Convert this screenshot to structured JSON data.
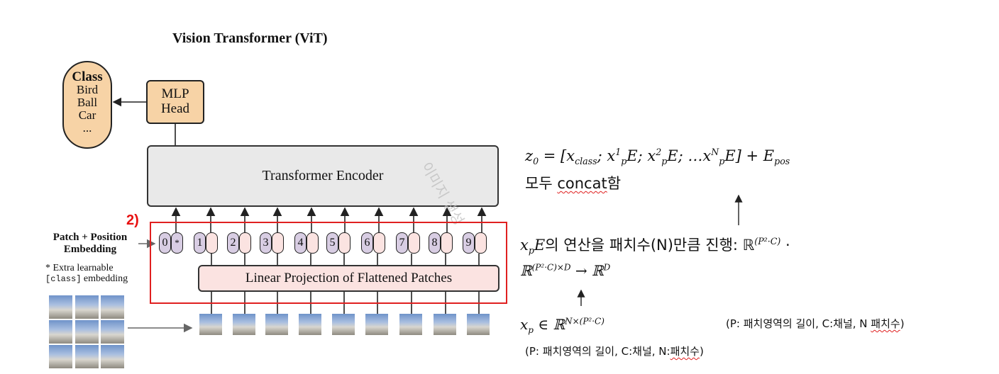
{
  "diagram": {
    "title": "Vision Transformer (ViT)",
    "class_box": {
      "heading": "Class",
      "items": [
        "Bird",
        "Ball",
        "Car",
        "..."
      ]
    },
    "mlp_head": {
      "line1": "MLP",
      "line2": "Head"
    },
    "transformer_encoder": "Transformer Encoder",
    "watermark": "이미지 생성",
    "highlight_label": "2)",
    "token_numbers": [
      "0",
      "1",
      "2",
      "3",
      "4",
      "5",
      "6",
      "7",
      "8",
      "9"
    ],
    "class_token_mark": "*",
    "linear_projection": "Linear Projection of Flattened Patches",
    "patch_position_label": {
      "line1": "Patch + Position",
      "line2": "Embedding"
    },
    "extra_note": {
      "line1": "* Extra learnable",
      "code": "[class]",
      "rest": " embedding"
    }
  },
  "annotations": {
    "eq1": {
      "lhs": "z",
      "sub0": "0",
      "eq": " = ",
      "body": "[x",
      "class_sub": "class",
      "p1": "; x",
      "p_sub": "p",
      "sup1": "1",
      "E1": "E; x",
      "sup2": "2",
      "E2": "E; …x",
      "supN": "N",
      "E3": "E]",
      "plus": " + E",
      "pos_sub": "pos"
    },
    "eq1_note": {
      "prefix": "모두 ",
      "word": "concat",
      "suffix": "함"
    },
    "eq2": {
      "x": "x",
      "sub": "p",
      "E": "E",
      "text": "의 연산을 패치수(N)만큼 진행: ℝ",
      "sup": "(P²·C)",
      "dot": " ·"
    },
    "eq2b": {
      "R": "ℝ",
      "sup": "(P²·C)×D",
      "arrow": " → ℝ",
      "supD": "D"
    },
    "eq3": {
      "x": "x",
      "sub": "p",
      "in": " ∈ ℝ",
      "sup": "N×(P²·C)"
    },
    "note_right": {
      "text": "(P: 패치영역의 길이, C:채널, N ",
      "word": "패치수",
      "close": ")"
    },
    "note_below": {
      "text": "(P: 패치영역의 길이, C:채널, N:",
      "word": "패치수",
      "close": ")"
    }
  },
  "colors": {
    "highlight": "#e02020",
    "orange_box": "#f7d3a6",
    "pos_token": "#d8cde3",
    "patch_token": "#fbe3e1",
    "encoder": "#e9e9e9"
  }
}
